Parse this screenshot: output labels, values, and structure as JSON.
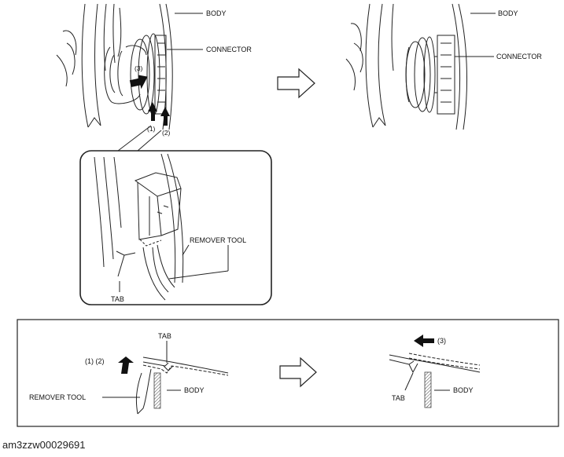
{
  "labels": {
    "body": "BODY",
    "connector": "CONNECTOR",
    "step3": "(3)",
    "step1": "(1)",
    "step2": "(2)",
    "remover_tool": "REMOVER TOOL",
    "tab": "TAB",
    "step12": "(1) (2)"
  },
  "caption": "am3zzw00029691"
}
